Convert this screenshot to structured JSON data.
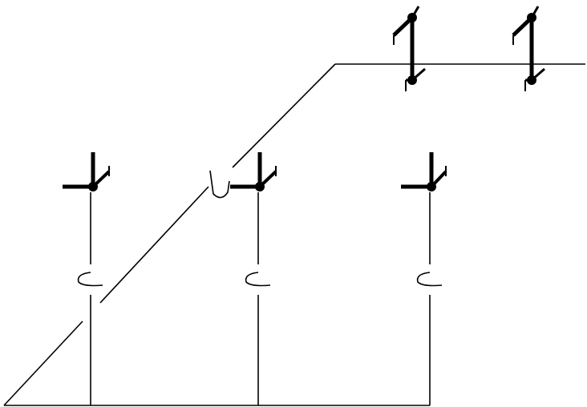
{
  "diagram": {
    "colors": {
      "background": "#ffffff",
      "stroke": "#000000"
    },
    "elements": {
      "pipes": [
        "main-return-line",
        "riser-line",
        "upper-branch-line",
        "bottom-distribution-line"
      ],
      "valves": [
        "valve-1",
        "valve-2",
        "valve-3",
        "valve-4",
        "valve-5"
      ],
      "loops": [
        "loop-1",
        "loop-2",
        "loop-3",
        "riser-crossing-loop"
      ]
    }
  }
}
